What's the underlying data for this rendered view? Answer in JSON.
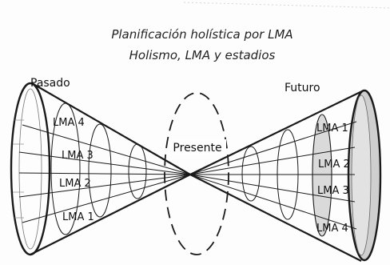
{
  "title": {
    "line1": "Planificación holística por LMA",
    "line2": "Holismo, LMA  y estadios"
  },
  "labels": {
    "past": "Pasado",
    "future": "Futuro",
    "present": "Presente"
  },
  "past_lma": [
    "LMA 4",
    "LMA 3",
    "LMA 2",
    "LMA 1"
  ],
  "future_lma": [
    "LMA 1",
    "LMA 2",
    "LMA 3",
    "LMA 4"
  ]
}
